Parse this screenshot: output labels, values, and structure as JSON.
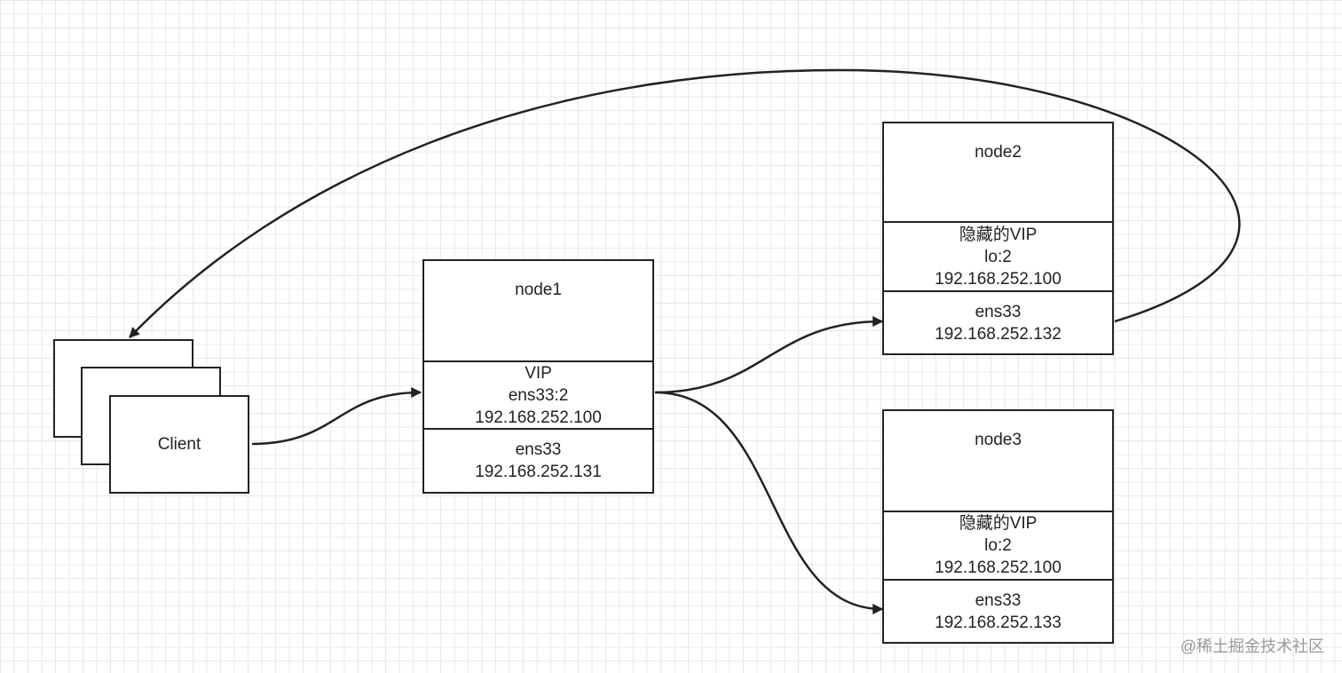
{
  "client": {
    "label": "Client"
  },
  "node1": {
    "title": "node1",
    "vip": {
      "line1": "VIP",
      "line2": "ens33:2",
      "line3": "192.168.252.100"
    },
    "nic": {
      "line1": "ens33",
      "line2": "192.168.252.131"
    }
  },
  "node2": {
    "title": "node2",
    "vip": {
      "line1": "隐藏的VIP",
      "line2": "lo:2",
      "line3": "192.168.252.100"
    },
    "nic": {
      "line1": "ens33",
      "line2": "192.168.252.132"
    }
  },
  "node3": {
    "title": "node3",
    "vip": {
      "line1": "隐藏的VIP",
      "line2": "lo:2",
      "line3": "192.168.252.100"
    },
    "nic": {
      "line1": "ens33",
      "line2": "192.168.252.133"
    }
  },
  "watermark": "@稀土掘金技术社区",
  "colors": {
    "stroke": "#222222",
    "grid": "#e8e8e8",
    "background": "#ffffff"
  }
}
